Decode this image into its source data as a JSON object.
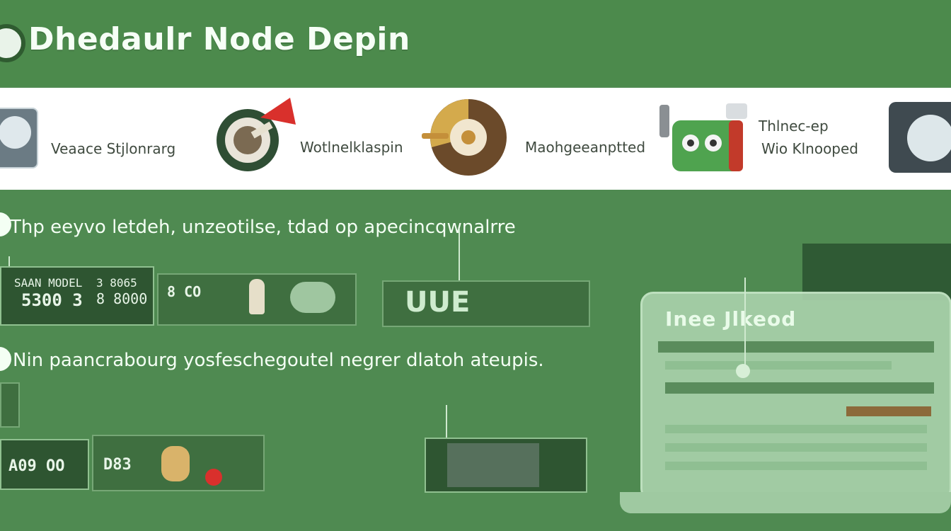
{
  "header": {
    "title": "Dhedaulr Node Depin"
  },
  "features": [
    {
      "label": "Veaace Stjlonrarg",
      "icon": "device-icon"
    },
    {
      "label": "Wotlnelklaspin",
      "icon": "lens-icon"
    },
    {
      "label": "Maohgeeanptted",
      "icon": "pie-icon"
    },
    {
      "label": "Thlnec-ep",
      "label2": "Wio Klnooped",
      "icon": "robot-bag-icon"
    }
  ],
  "sections": [
    {
      "text": "Thp eeyvo letdeh, unzeotilse, tdad op apecincqwnalrre"
    },
    {
      "text": "Nin paancrabourg yosfeschegoutel negrer dlatoh ateupis."
    }
  ],
  "row1_tiles": {
    "tile1_lines": [
      "SAAN MODEL",
      "5300 3"
    ],
    "tile1_side": [
      "3 8065",
      "8 8000"
    ],
    "tile2_text": "8 CO",
    "tile3_text": "UUE"
  },
  "row2_tiles": {
    "tile1_text": "A09 OO",
    "tile2_text": "D83"
  },
  "laptop": {
    "title": "Inee Jlkeod"
  },
  "colors": {
    "background": "#4f8a51",
    "header": "#4c8a4c",
    "strip": "#ffffff",
    "accent_red": "#d9302c"
  }
}
